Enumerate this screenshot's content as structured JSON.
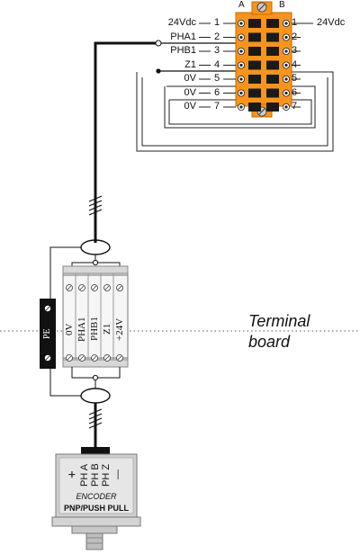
{
  "connector": {
    "side_a": "A",
    "side_b": "B",
    "pins_a": [
      {
        "signal": "24Vdc",
        "num": "1"
      },
      {
        "signal": "PHA1",
        "num": "2"
      },
      {
        "signal": "PHB1",
        "num": "3"
      },
      {
        "signal": "Z1",
        "num": "4"
      },
      {
        "signal": "0V",
        "num": "5"
      },
      {
        "signal": "0V",
        "num": "6"
      },
      {
        "signal": "0V",
        "num": "7"
      }
    ],
    "pins_b": [
      {
        "num": "1",
        "signal": "24Vdc"
      },
      {
        "num": "2",
        "signal": ""
      },
      {
        "num": "3",
        "signal": ""
      },
      {
        "num": "4",
        "signal": ""
      },
      {
        "num": "5",
        "signal": ""
      },
      {
        "num": "6",
        "signal": ""
      },
      {
        "num": "7",
        "signal": ""
      }
    ],
    "color": "#f7941d"
  },
  "terminal_board": {
    "label_line1": "Terminal",
    "label_line2": "board",
    "pe_label": "PE",
    "terminals": [
      "0V",
      "PHA1",
      "PHB1",
      "Z1",
      "+24V"
    ]
  },
  "encoder": {
    "signals": [
      "+",
      "PH A",
      "PH B",
      "PH Z",
      "—"
    ],
    "name": "ENCODER",
    "type": "PNP/PUSH PULL"
  }
}
